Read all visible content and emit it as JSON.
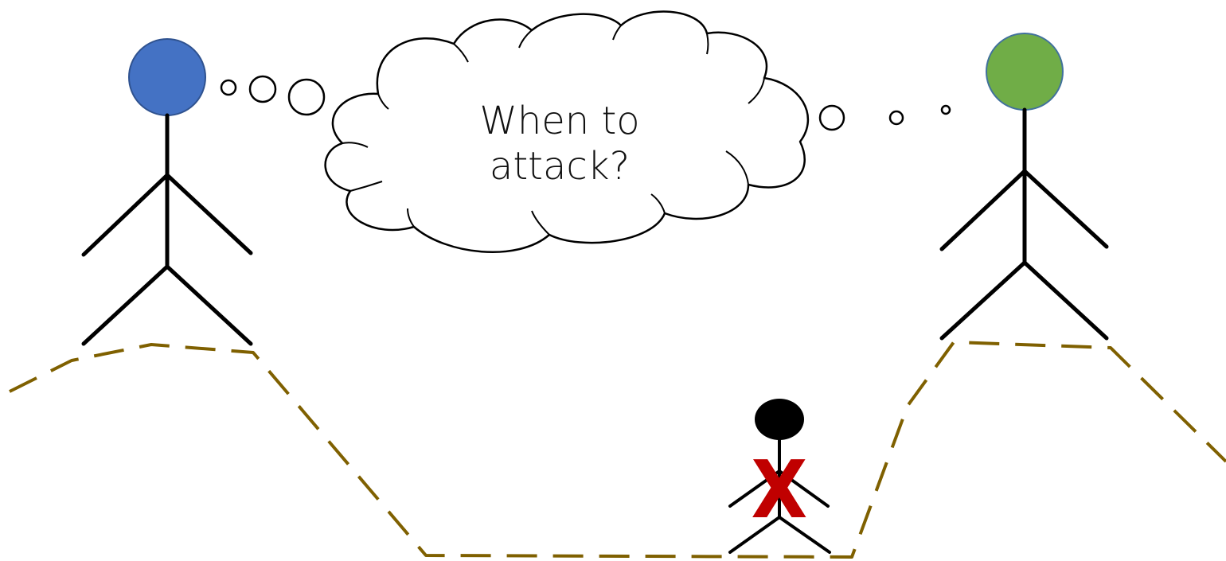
{
  "thought": {
    "line1": "When to",
    "line2": "attack?"
  },
  "marker": {
    "symbol": "X"
  },
  "colors": {
    "blue_head": "#4472c4",
    "green_head": "#70ad47",
    "terrain": "#7f6000",
    "marker": "#c00000",
    "stroke": "#000000"
  }
}
